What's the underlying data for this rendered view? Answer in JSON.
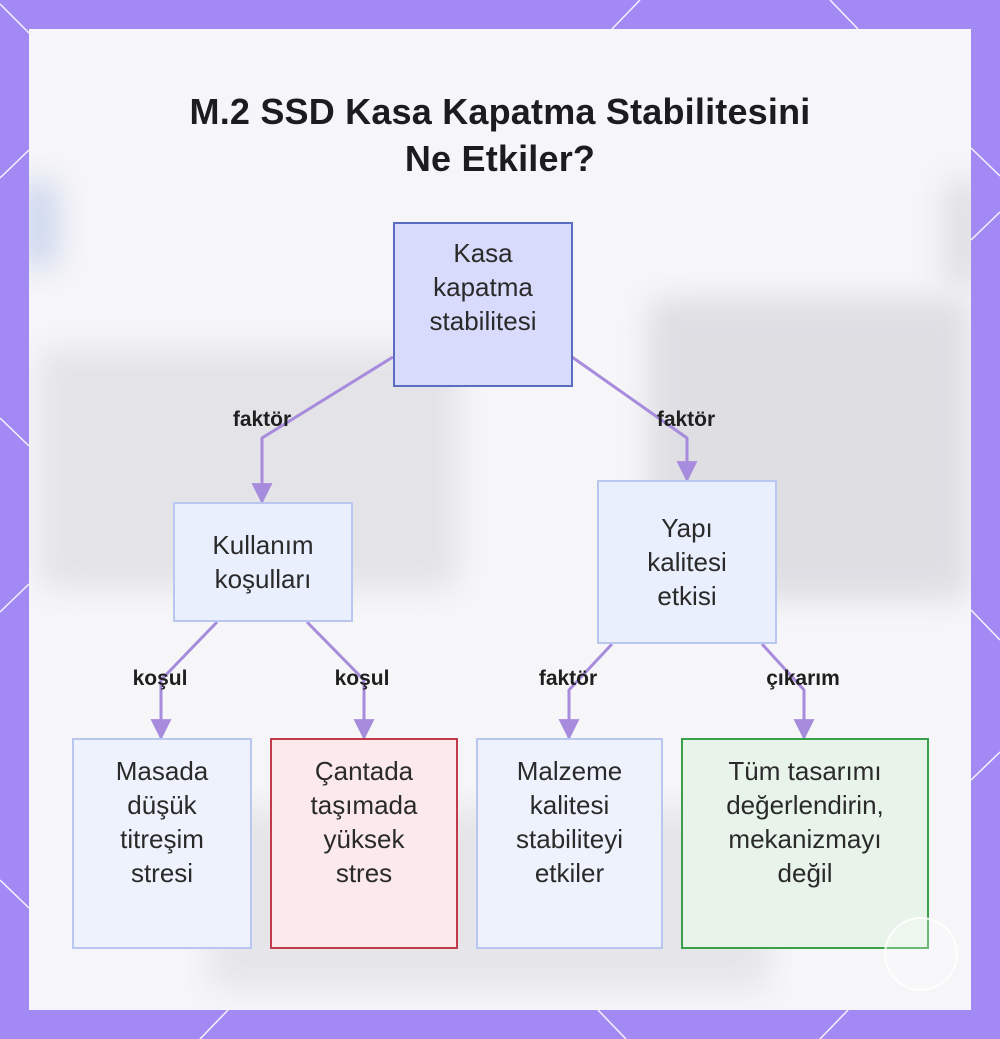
{
  "title": {
    "line1": "M.2 SSD Kasa Kapatma Stabilitesini",
    "line2": "Ne Etkiler?"
  },
  "nodes": {
    "root": "Kasa\nkapatma\nstabilitesi",
    "usage": "Kullanım\nkoşulları",
    "build": "Yapı\nkalitesi\netkisi",
    "desk": "Masada\ndüşük\ntitreşim\nstresi",
    "bag": "Çantada\ntaşımada\nyüksek\nstres",
    "material": "Malzeme\nkalitesi\nstabiliteyi\netkiler",
    "design": "Tüm tasarımı\ndeğerlendirin,\nmekanizmayı\ndeğil"
  },
  "edges": {
    "root_usage": "faktör",
    "root_build": "faktör",
    "usage_desk": "koşul",
    "usage_bag": "koşul",
    "build_material": "faktör",
    "build_design": "çıkarım"
  },
  "colors": {
    "border_purple": "#a389f4",
    "root_fill": "#d8dbfb",
    "root_border": "#5a6dc0",
    "node_fill": "#eaeffd",
    "node_border": "#b9c7f0",
    "stress_fill": "#fbe9ec",
    "stress_border": "#c23b4a",
    "advice_fill": "#e8f4e9",
    "advice_border": "#3aa04a",
    "connector": "#a78bdc"
  }
}
